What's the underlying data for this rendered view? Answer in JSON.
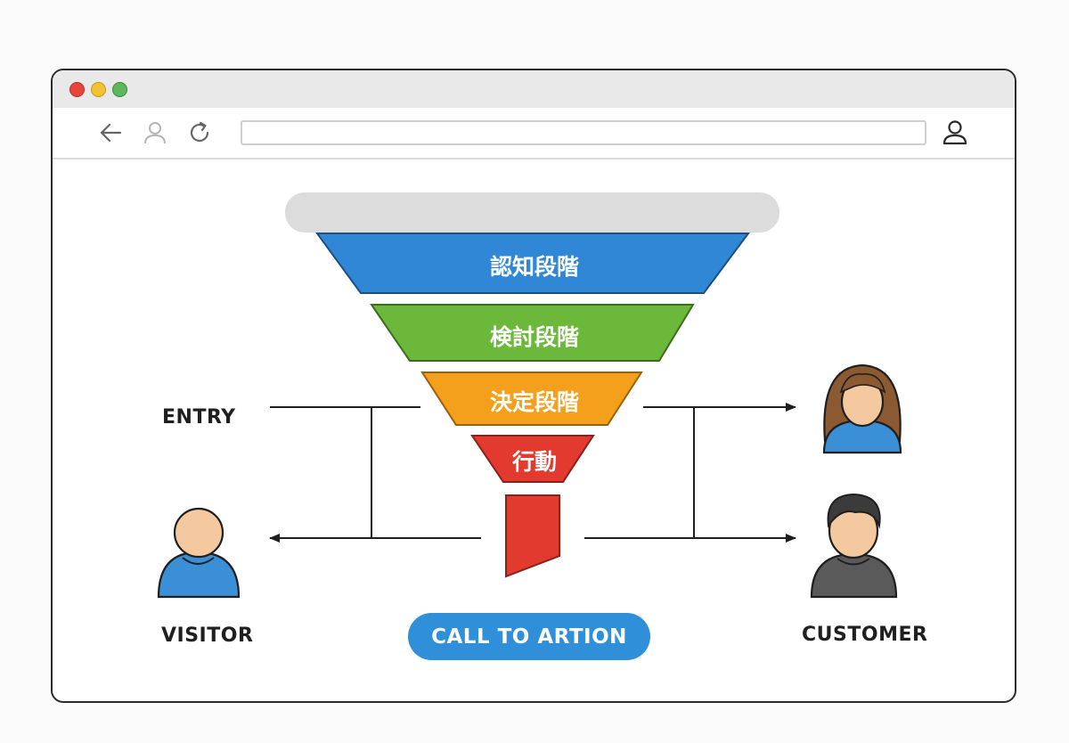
{
  "browser": {
    "controls": [
      "close",
      "minimize",
      "maximize"
    ],
    "icons": {
      "back": "arrow-left-icon",
      "profile": "user-icon",
      "reload": "refresh-icon",
      "account": "user-icon"
    },
    "address_value": ""
  },
  "funnel": {
    "stages": [
      {
        "label": "認知段階",
        "color": "#2f87d6"
      },
      {
        "label": "検討段階",
        "color": "#6bb83a"
      },
      {
        "label": "決定段階",
        "color": "#f5a01c"
      },
      {
        "label": "行動",
        "color": "#e23a2f"
      }
    ],
    "spout_color": "#e23a2f",
    "header_bar_color": "#dcdcdc"
  },
  "labels": {
    "entry": "ENTRY",
    "visitor": "VISITOR",
    "customer": "CUSTOMER"
  },
  "cta": {
    "label": "CALL TO ARTION",
    "color": "#2f8fd8"
  },
  "colors": {
    "visitor_shirt": "#3a8fd6",
    "customer_shirt": "#5a5a5a",
    "skin": "#f4c9a0",
    "woman_hair": "#8b5a32",
    "man_hair": "#3b3b3b"
  }
}
